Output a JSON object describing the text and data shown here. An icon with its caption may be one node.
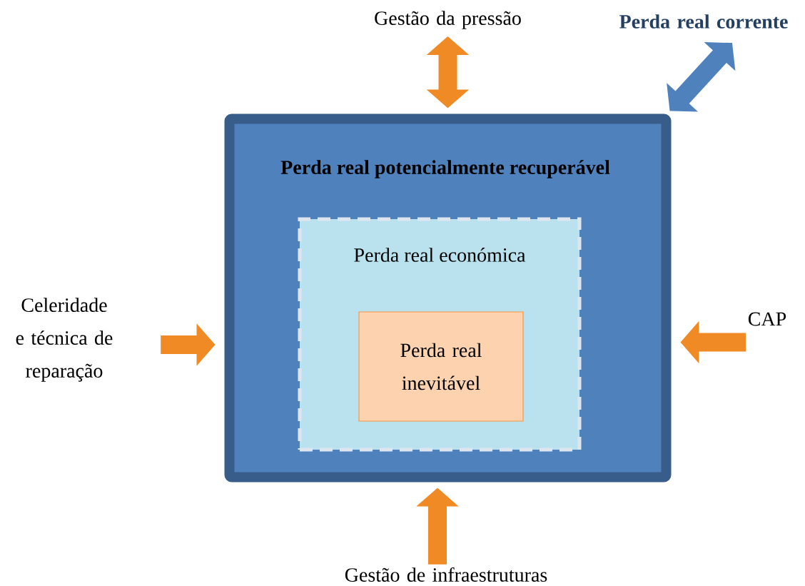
{
  "diagram": {
    "nodes": [
      {
        "text": [
          "Perda real potencialmente recuperável"
        ]
      },
      {
        "text": [
          "Perda real económica"
        ],
        "in": 0
      },
      {
        "text": [
          "Perda real inevitável"
        ],
        "in": 1
      },
      {
        "text": [
          "Gestão da pressão"
        ]
      },
      {
        "text": [
          "Perda real corrente"
        ]
      },
      {
        "text": [
          "Celeridade e técnica de reparação"
        ]
      },
      {
        "text": [
          "CAP"
        ]
      },
      {
        "text": [
          "Gestão de infraestruturas"
        ]
      }
    ],
    "edges": [
      {
        "from": 3,
        "to": 0,
        "arrow": "both"
      },
      {
        "from": 4,
        "to": 0,
        "arrow": "both",
        "color": "#4f81bd"
      },
      {
        "from": 5,
        "to": 0,
        "arrow": "to"
      },
      {
        "from": 6,
        "to": 0,
        "arrow": "to"
      },
      {
        "from": 7,
        "to": 0,
        "arrow": "to"
      }
    ]
  }
}
